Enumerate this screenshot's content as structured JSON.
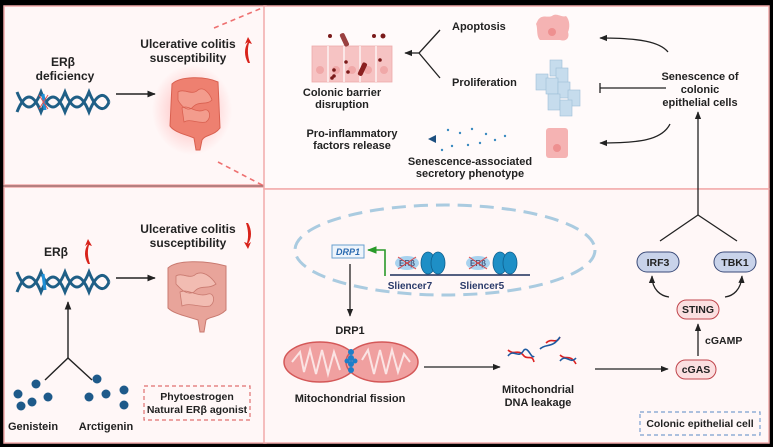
{
  "colors": {
    "panel_bg": "#fff7f7",
    "panel_border": "#f2aaaa",
    "dna": "#1f5f86",
    "dna_highlight": "#1f8fd6",
    "intestine_inflamed": "#ee8070",
    "intestine_normal": "#e8a49a",
    "red_arrow": "#d8231b",
    "molecule": "#1e5a8a",
    "pill_blue": "#c9d3ea",
    "pill_blue_border": "#3a4a78",
    "pill_red": "#fbdfe0",
    "pill_red_border": "#c0454c",
    "green_arrow": "#2a9a2a",
    "nucleus_dash": "#aacbe0"
  },
  "panel_top_left": {
    "gene_label": "ERβ",
    "gene_sublabel": "deficiency",
    "outcome_line1": "Ulcerative colitis",
    "outcome_line2": "susceptibility",
    "trend": "up"
  },
  "panel_bottom_left": {
    "gene_label": "ERβ",
    "gene_trend": "up",
    "outcome_line1": "Ulcerative colitis",
    "outcome_line2": "susceptibility",
    "trend": "down",
    "compounds": [
      "Genistein",
      "Arctigenin"
    ],
    "note_line1": "Phytoestrogen",
    "note_line2": "Natural ERβ agonist"
  },
  "panel_top_right": {
    "barrier_line1": "Colonic barrier",
    "barrier_line2": "disruption",
    "apoptosis": "Apoptosis",
    "proliferation": "Proliferation",
    "proinflam_line1": "Pro-inflammatory",
    "proinflam_line2": "factors release",
    "sasp_line1": "Senescence-associated",
    "sasp_line2": "secretory phenotype",
    "senescence_line1": "Senescence of",
    "senescence_line2": "colonic",
    "senescence_line3": "epithelial cells"
  },
  "panel_bottom_right": {
    "drp1_gene": "DRP1",
    "er_label": "ERβ",
    "silencer_a": "Sliencer7",
    "silencer_b": "Sliencer5",
    "drp1_protein": "DRP1",
    "mito_label": "Mitochondrial fission",
    "leak_line1": "Mitochondrial",
    "leak_line2": "DNA leakage",
    "cgas": "cGAS",
    "cgamp": "cGAMP",
    "sting": "STING",
    "irf3": "IRF3",
    "tbk1": "TBK1",
    "cell_label": "Colonic epithelial cell"
  }
}
